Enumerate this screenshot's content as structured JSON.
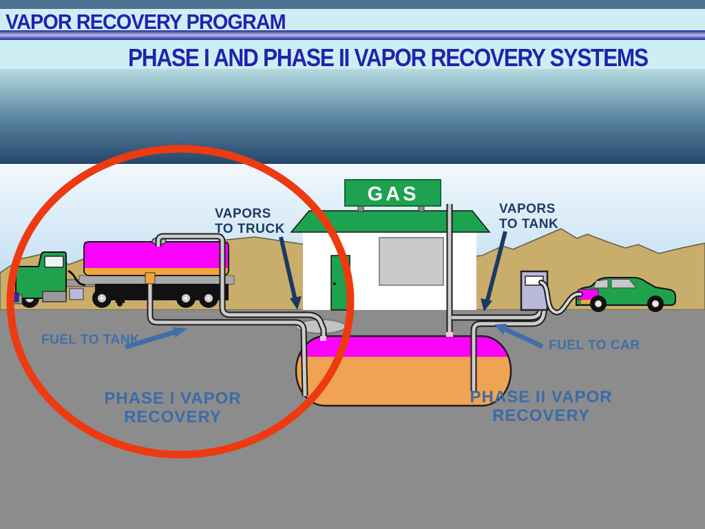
{
  "slide": {
    "program_title": "VAPOR RECOVERY PROGRAM",
    "subtitle": "PHASE I AND PHASE II VAPOR RECOVERY SYSTEMS"
  },
  "diagram": {
    "gas_sign": "GAS",
    "labels": {
      "vapors_to_truck_line1": "VAPORS",
      "vapors_to_truck_line2": "TO TRUCK",
      "vapors_to_tank_line1": "VAPORS",
      "vapors_to_tank_line2": "TO TANK",
      "fuel_to_tank": "FUEL TO TANK",
      "fuel_to_car": "FUEL TO CAR",
      "phase1_line1": "PHASE I VAPOR",
      "phase1_line2": "RECOVERY",
      "phase2_line1": "PHASE II VAPOR",
      "phase2_line2": "RECOVERY"
    },
    "colors": {
      "title_blue": "#2222b0",
      "navy_label": "#1b3a63",
      "steel_label": "#3e6fa9",
      "highlight_circle_red": "#ee3a10",
      "magenta_fuel_vapor": "#fb02fb",
      "orange_fuel": "#f0a352",
      "station_green": "#1da24f",
      "mountain_tan": "#c9ad6b",
      "ground_gray": "#8c8c8c",
      "pump_lavender": "#b9b9da",
      "pipe_gray": "#cccccc",
      "header_bar_slate": "#4d7191",
      "header_band_cyan": "#cdeff3"
    }
  }
}
